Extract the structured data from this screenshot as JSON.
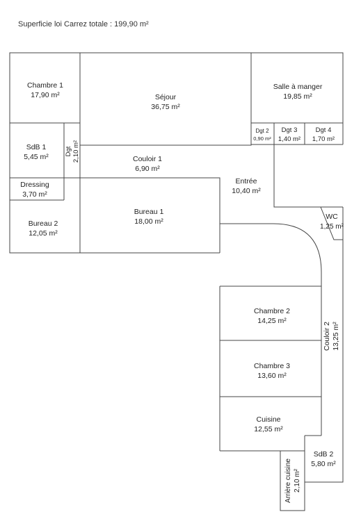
{
  "title": "Superficie loi Carrez totale : 199,90 m²",
  "rooms": {
    "chambre1": {
      "name": "Chambre 1",
      "area": "17,90 m²"
    },
    "sejour": {
      "name": "Séjour",
      "area": "36,75 m²"
    },
    "salle": {
      "name": "Salle à manger",
      "area": "19,85 m²"
    },
    "dgt2": {
      "name": "Dgt 2",
      "area": "0,90 m²"
    },
    "dgt3": {
      "name": "Dgt 3",
      "area": "1,40 m²"
    },
    "dgt4": {
      "name": "Dgt 4",
      "area": "1,70 m²"
    },
    "sdb1": {
      "name": "SdB 1",
      "area": "5,45 m²"
    },
    "dgt": {
      "name": "Dgt",
      "area": "2,10 m²"
    },
    "couloir1": {
      "name": "Couloir 1",
      "area": "6,90 m²"
    },
    "dressing": {
      "name": "Dressing",
      "area": "3,70 m²"
    },
    "entree": {
      "name": "Entrée",
      "area": "10,40 m²"
    },
    "bureau1": {
      "name": "Bureau 1",
      "area": "18,00 m²"
    },
    "bureau2": {
      "name": "Bureau 2",
      "area": "12,05 m²"
    },
    "wc": {
      "name": "WC",
      "area": "1,25 m²"
    },
    "chambre2": {
      "name": "Chambre 2",
      "area": "14,25 m²"
    },
    "chambre3": {
      "name": "Chambre 3",
      "area": "13,60 m²"
    },
    "couloir2": {
      "name": "Couloir 2",
      "area": "13,25 m²"
    },
    "cuisine": {
      "name": "Cuisine",
      "area": "12,55 m²"
    },
    "sdb2": {
      "name": "SdB 2",
      "area": "5,80 m²"
    },
    "arriere": {
      "name": "Arrière cuisine",
      "area": "2,10 m²"
    }
  }
}
